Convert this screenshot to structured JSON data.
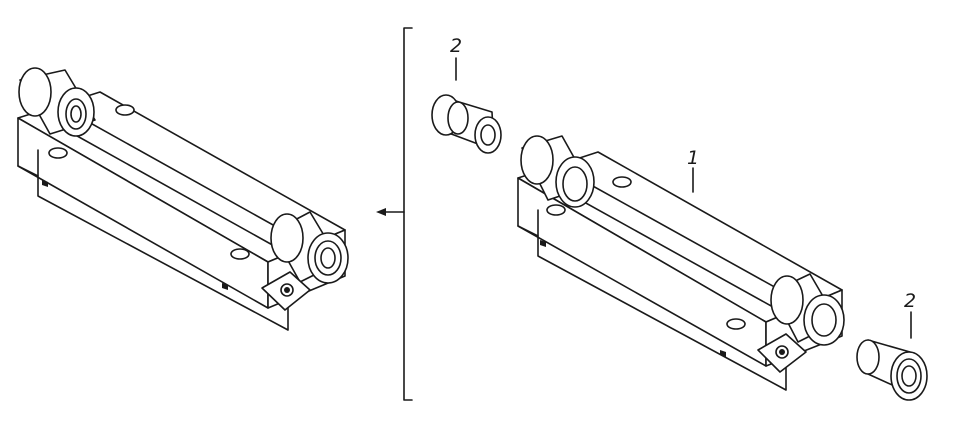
{
  "callouts": {
    "part_1": "1",
    "bushing_top": "2",
    "bushing_bottom": "2"
  },
  "colors": {
    "ink": "#1a1a1a",
    "background": "#ffffff"
  }
}
